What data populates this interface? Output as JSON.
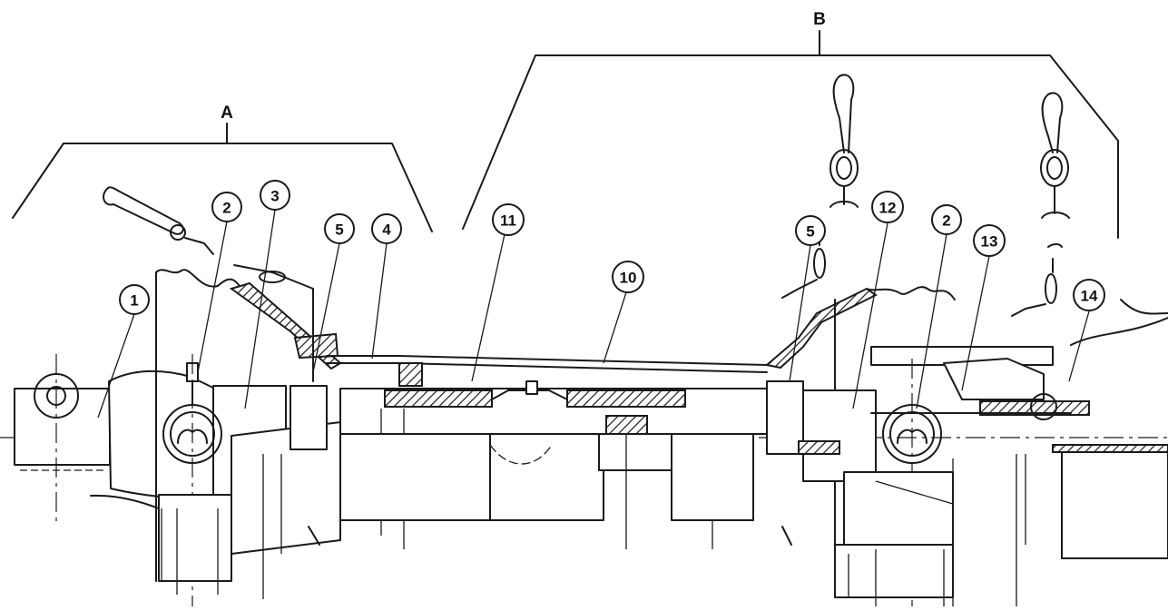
{
  "group_labels": {
    "a": "A",
    "b": "B"
  },
  "callouts": {
    "c1": "1",
    "c2_left": "2",
    "c3": "3",
    "c5_left": "5",
    "c4": "4",
    "c11": "11",
    "c10": "10",
    "c5_right": "5",
    "c12": "12",
    "c2_right": "2",
    "c13": "13",
    "c14": "14"
  }
}
